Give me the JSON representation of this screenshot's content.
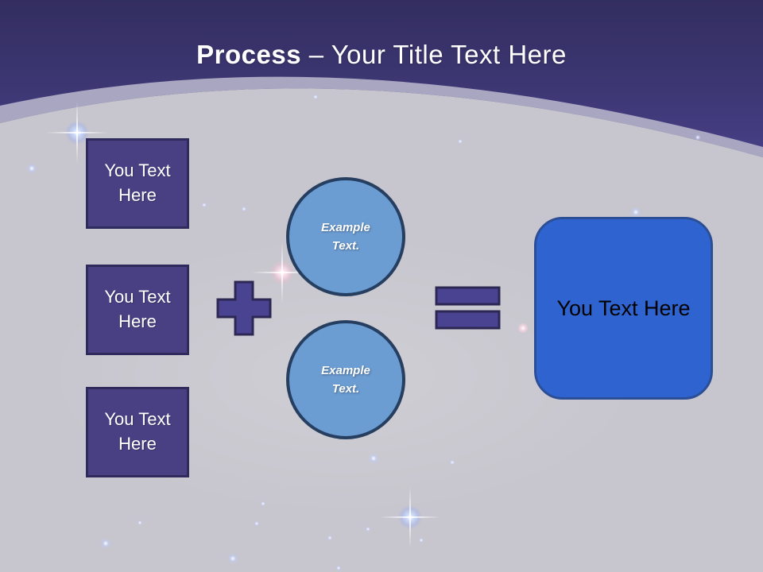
{
  "title": {
    "bold": "Process",
    "rest": " – Your Title Text Here"
  },
  "inputs": [
    {
      "label": "You Text Here"
    },
    {
      "label": "You Text Here"
    },
    {
      "label": "You Text Here"
    }
  ],
  "operators": {
    "plus_icon": "plus",
    "equals_icon": "equals"
  },
  "examples": [
    {
      "label": "Example Text."
    },
    {
      "label": "Example Text."
    }
  ],
  "result": {
    "label": "You Text Here"
  },
  "colors": {
    "header_top": "#332E60",
    "header_bottom": "#4D4694",
    "curve_band": "#A9A6C1",
    "body_gray": "#C7C5CD",
    "input_fill": "#494084",
    "input_border": "#2E2A5C",
    "operator_fill": "#4A4391",
    "operator_border": "#2C2853",
    "circle_fill": "#6B9CD2",
    "circle_border": "#263E5F",
    "result_fill": "#2F64D0",
    "result_border": "#2B4E96",
    "title_text": "#FFFFFF"
  }
}
